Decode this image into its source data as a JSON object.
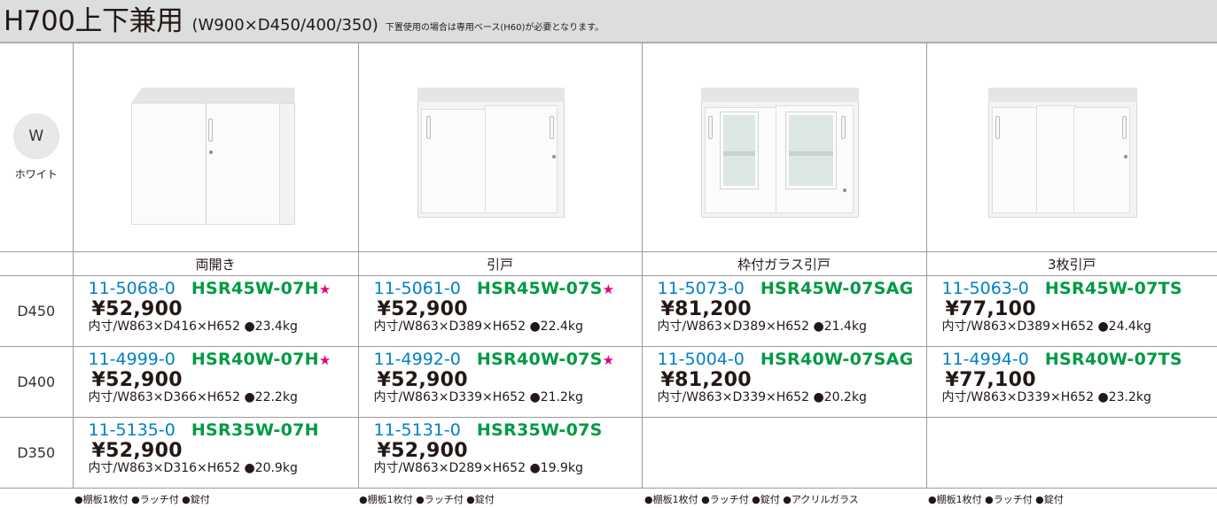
{
  "header": {
    "title": "H700上下兼用",
    "dimensions": "(W900×D450/400/350)",
    "note": "下置使用の場合は専用ベース(H60)が必要となります。"
  },
  "color": {
    "code": "W",
    "name": "ホワイト"
  },
  "door_types": [
    "両開き",
    "引戸",
    "枠付ガラス引戸",
    "3枚引戸"
  ],
  "rows": [
    {
      "depth": "D450",
      "products": [
        {
          "code": "11-5068-0",
          "model": "HSR45W-07H",
          "star": "★",
          "price": "¥52,900",
          "spec": "内寸/W863×D416×H652 ●23.4kg"
        },
        {
          "code": "11-5061-0",
          "model": "HSR45W-07S",
          "star": "★",
          "price": "¥52,900",
          "spec": "内寸/W863×D389×H652 ●22.4kg"
        },
        {
          "code": "11-5073-0",
          "model": "HSR45W-07SAG",
          "star": "",
          "price": "¥81,200",
          "spec": "内寸/W863×D389×H652 ●21.4kg"
        },
        {
          "code": "11-5063-0",
          "model": "HSR45W-07TS",
          "star": "",
          "price": "¥77,100",
          "spec": "内寸/W863×D389×H652 ●24.4kg"
        }
      ]
    },
    {
      "depth": "D400",
      "products": [
        {
          "code": "11-4999-0",
          "model": "HSR40W-07H",
          "star": "★",
          "price": "¥52,900",
          "spec": "内寸/W863×D366×H652 ●22.2kg"
        },
        {
          "code": "11-4992-0",
          "model": "HSR40W-07S",
          "star": "★",
          "price": "¥52,900",
          "spec": "内寸/W863×D339×H652 ●21.2kg"
        },
        {
          "code": "11-5004-0",
          "model": "HSR40W-07SAG",
          "star": "",
          "price": "¥81,200",
          "spec": "内寸/W863×D339×H652 ●20.2kg"
        },
        {
          "code": "11-4994-0",
          "model": "HSR40W-07TS",
          "star": "",
          "price": "¥77,100",
          "spec": "内寸/W863×D339×H652 ●23.2kg"
        }
      ]
    },
    {
      "depth": "D350",
      "products": [
        {
          "code": "11-5135-0",
          "model": "HSR35W-07H",
          "star": "",
          "price": "¥52,900",
          "spec": "内寸/W863×D316×H652 ●20.9kg"
        },
        {
          "code": "11-5131-0",
          "model": "HSR35W-07S",
          "star": "",
          "price": "¥52,900",
          "spec": "内寸/W863×D289×H652 ●19.9kg"
        }
      ]
    }
  ],
  "footnotes": [
    "●棚板1枚付 ●ラッチ付 ●錠付",
    "●棚板1枚付 ●ラッチ付 ●錠付",
    "●棚板1枚付 ●ラッチ付 ●錠付 ●アクリルガラス",
    "●棚板1枚付 ●ラッチ付 ●錠付"
  ],
  "colors": {
    "code_blue": "#0080c6",
    "model_green": "#009a44",
    "star_pink": "#e4007f",
    "header_gray": "#dcdddd"
  }
}
